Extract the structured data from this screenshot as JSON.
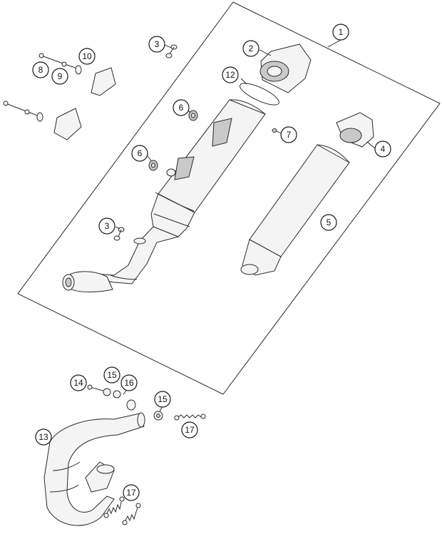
{
  "diagram": {
    "callouts": [
      {
        "id": "c1",
        "label": "1"
      },
      {
        "id": "c2",
        "label": "2"
      },
      {
        "id": "c3a",
        "label": "3"
      },
      {
        "id": "c3b",
        "label": "3"
      },
      {
        "id": "c4",
        "label": "4"
      },
      {
        "id": "c5",
        "label": "5"
      },
      {
        "id": "c6a",
        "label": "6"
      },
      {
        "id": "c6b",
        "label": "6"
      },
      {
        "id": "c7",
        "label": "7"
      },
      {
        "id": "c8",
        "label": "8"
      },
      {
        "id": "c9",
        "label": "9"
      },
      {
        "id": "c10",
        "label": "10"
      },
      {
        "id": "c12",
        "label": "12"
      },
      {
        "id": "c13",
        "label": "13"
      },
      {
        "id": "c14",
        "label": "14"
      },
      {
        "id": "c15a",
        "label": "15"
      },
      {
        "id": "c15b",
        "label": "15"
      },
      {
        "id": "c16",
        "label": "16"
      },
      {
        "id": "c17a",
        "label": "17"
      },
      {
        "id": "c17b",
        "label": "17"
      }
    ]
  }
}
